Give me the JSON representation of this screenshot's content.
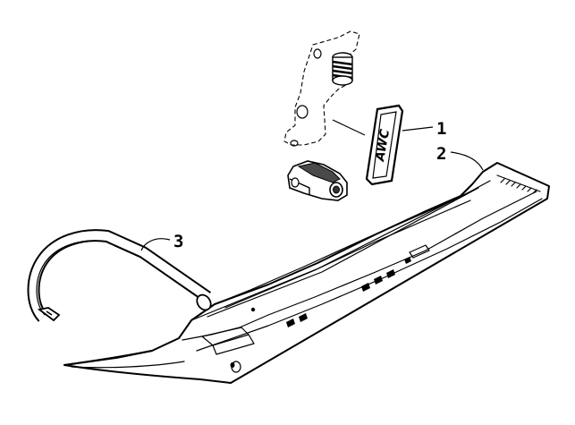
{
  "diagram": {
    "callouts": [
      {
        "id": "1",
        "part": "decal"
      },
      {
        "id": "2",
        "part": "ski"
      },
      {
        "id": "3",
        "part": "ski-handle-loop"
      }
    ],
    "decal_text": "AWC"
  }
}
